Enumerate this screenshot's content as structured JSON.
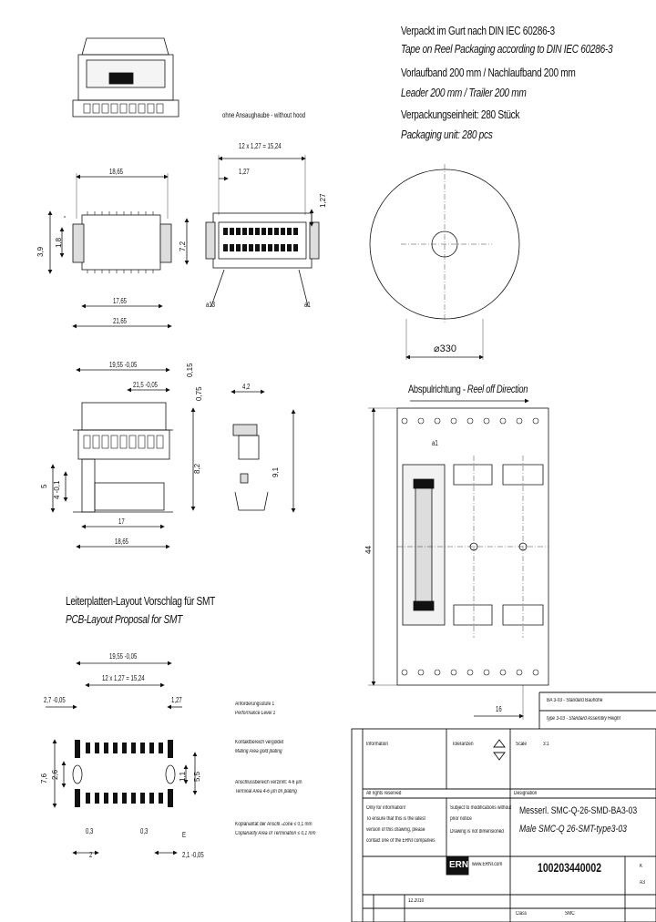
{
  "header": {
    "line1": "Verpackt im Gurt nach DIN IEC 60286-3",
    "line2": "Tape on Reel Packaging according to DIN IEC 60286-3",
    "line3": "Vorlaufband 200 mm / Nachlaufband 200 mm",
    "line4": "Leader 200 mm / Trailer 200 mm",
    "line5": "Verpackungseinheit:  280 Stück",
    "line6": "Packaging unit:  280 pcs"
  },
  "note_hood": "ohne Ansaughaube - without hood",
  "reel": {
    "diameter": "⌀330"
  },
  "reel_off": {
    "de": "Abspulrichtung - ",
    "en": "Reel off Direction"
  },
  "top_view_dims": {
    "pitch": "12 x 1,27 = 15,24",
    "p127": "1,27",
    "p127v": "1,27",
    "w1": "18,65",
    "h72": "7,2",
    "h39": "3,9",
    "h18": "1,8",
    "w2": "17,65",
    "w3": "21,65",
    "a1": "a1",
    "a13": "a13"
  },
  "side_view_dims": {
    "w1": "19,55 -0,05",
    "w2": "21,5 -0,05",
    "t015": "0,15",
    "t075": "0,75",
    "h82": "8,2",
    "h91": "9,1",
    "w42": "4,2",
    "h5": "5",
    "h4": "4 -0,1",
    "w17": "17",
    "w1865": "18,65"
  },
  "tape_dims": {
    "d44": "44",
    "d16": "16",
    "a1": "a1"
  },
  "pcb": {
    "title_de": "Leiterplatten-Layout Vorschlag für SMT",
    "title_en": "PCB-Layout Proposal for SMT",
    "d1": "19,55 -0,05",
    "d2": "12 x 1,27 = 15,24",
    "d3": "2,7 -0,05",
    "d4": "1,27",
    "d5": "7,6",
    "d6": "2,6",
    "d7": "1,1",
    "d8": "5,5",
    "d9": "0,3",
    "d10": "0,3",
    "d11": "2",
    "d12": "2,1 -0,05",
    "d13": "E"
  },
  "notes": {
    "n1_de": "Anforderungsstufe 1",
    "n1_en": "Performance Level 1",
    "n2_de": "Kontaktbereich vergoldet",
    "n2_en": "Mating Area gold plating",
    "n3_de": "Anschlussbereich verzinnt: 4-6 µm",
    "n3_en": "Terminal Area 4-6 µm tin plating",
    "n4_de": "Koplanarität der Anschl.-Zone ≤ 0,1 mm",
    "n4_en": "Coplanarity Area of Termination ≤ 0,1 mm"
  },
  "title_block": {
    "variant_de": "BA 3-03 - Standard Bauhöhe",
    "variant_en": "type 3-03 - Standard Assembly Height",
    "information": "Information",
    "tolerance": "Toleranzen",
    "scale_label": "Scale",
    "scale_value": "3:1",
    "rights_de": "All rights reserved",
    "rights_en1": "Only for information!",
    "rights_en2": "To ensure that this is the latest",
    "rights_en3": "version of this drawing, please",
    "rights_en4": "contact one of the ERNI companies",
    "subject_de": "Subject to modifications without",
    "subject_en1": "prior notice",
    "subject_en2": "Drawing is not dimensioned",
    "designation_label": "Designation",
    "designation_de": "Messerl. SMC-Q-26-SMD-BA3-03",
    "designation_en": "Male SMC-Q 26-SMT-type3-03",
    "logo": "ERNI",
    "web": "www.ERNI.com",
    "part_number": "100203440002",
    "rev": "K",
    "sheet": "A3",
    "date": "12.2010",
    "class_label": "Class",
    "class_value": "SMC"
  }
}
